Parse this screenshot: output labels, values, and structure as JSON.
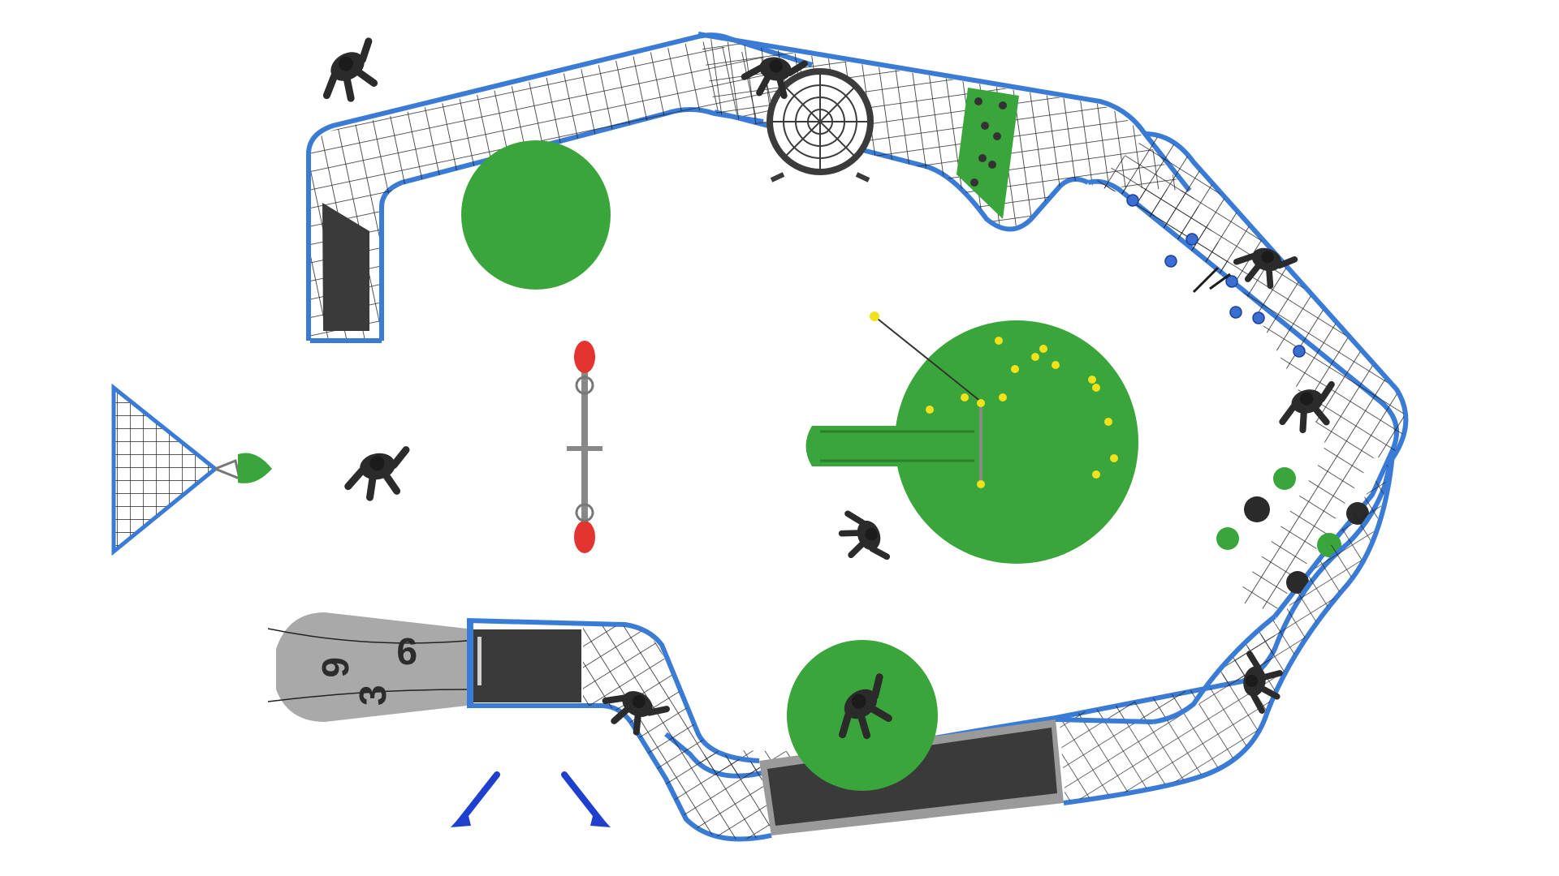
{
  "colors": {
    "frame_blue": "#3a7bd5",
    "net_dark": "#1e1e1e",
    "play_green": "#3aa53a",
    "pad_green_dark": "#2f8f2f",
    "mat_dark": "#3a3a3a",
    "sign_gray": "#a9a9a9",
    "seesaw_red": "#e3342f",
    "hold_yellow": "#f2e21b",
    "cone_blue": "#1f3fcf",
    "figure_dark": "#2b2b2b"
  },
  "sign": {
    "numbers": [
      "9",
      "6",
      "3"
    ]
  },
  "icons": {
    "person": "person-figure-icon",
    "climbing_hold": "climbing-hold-icon",
    "spider_web_net": "spider-web-net-icon",
    "seesaw": "seesaw-icon",
    "slide": "slide-icon",
    "traffic_cone": "traffic-cone-icon"
  }
}
